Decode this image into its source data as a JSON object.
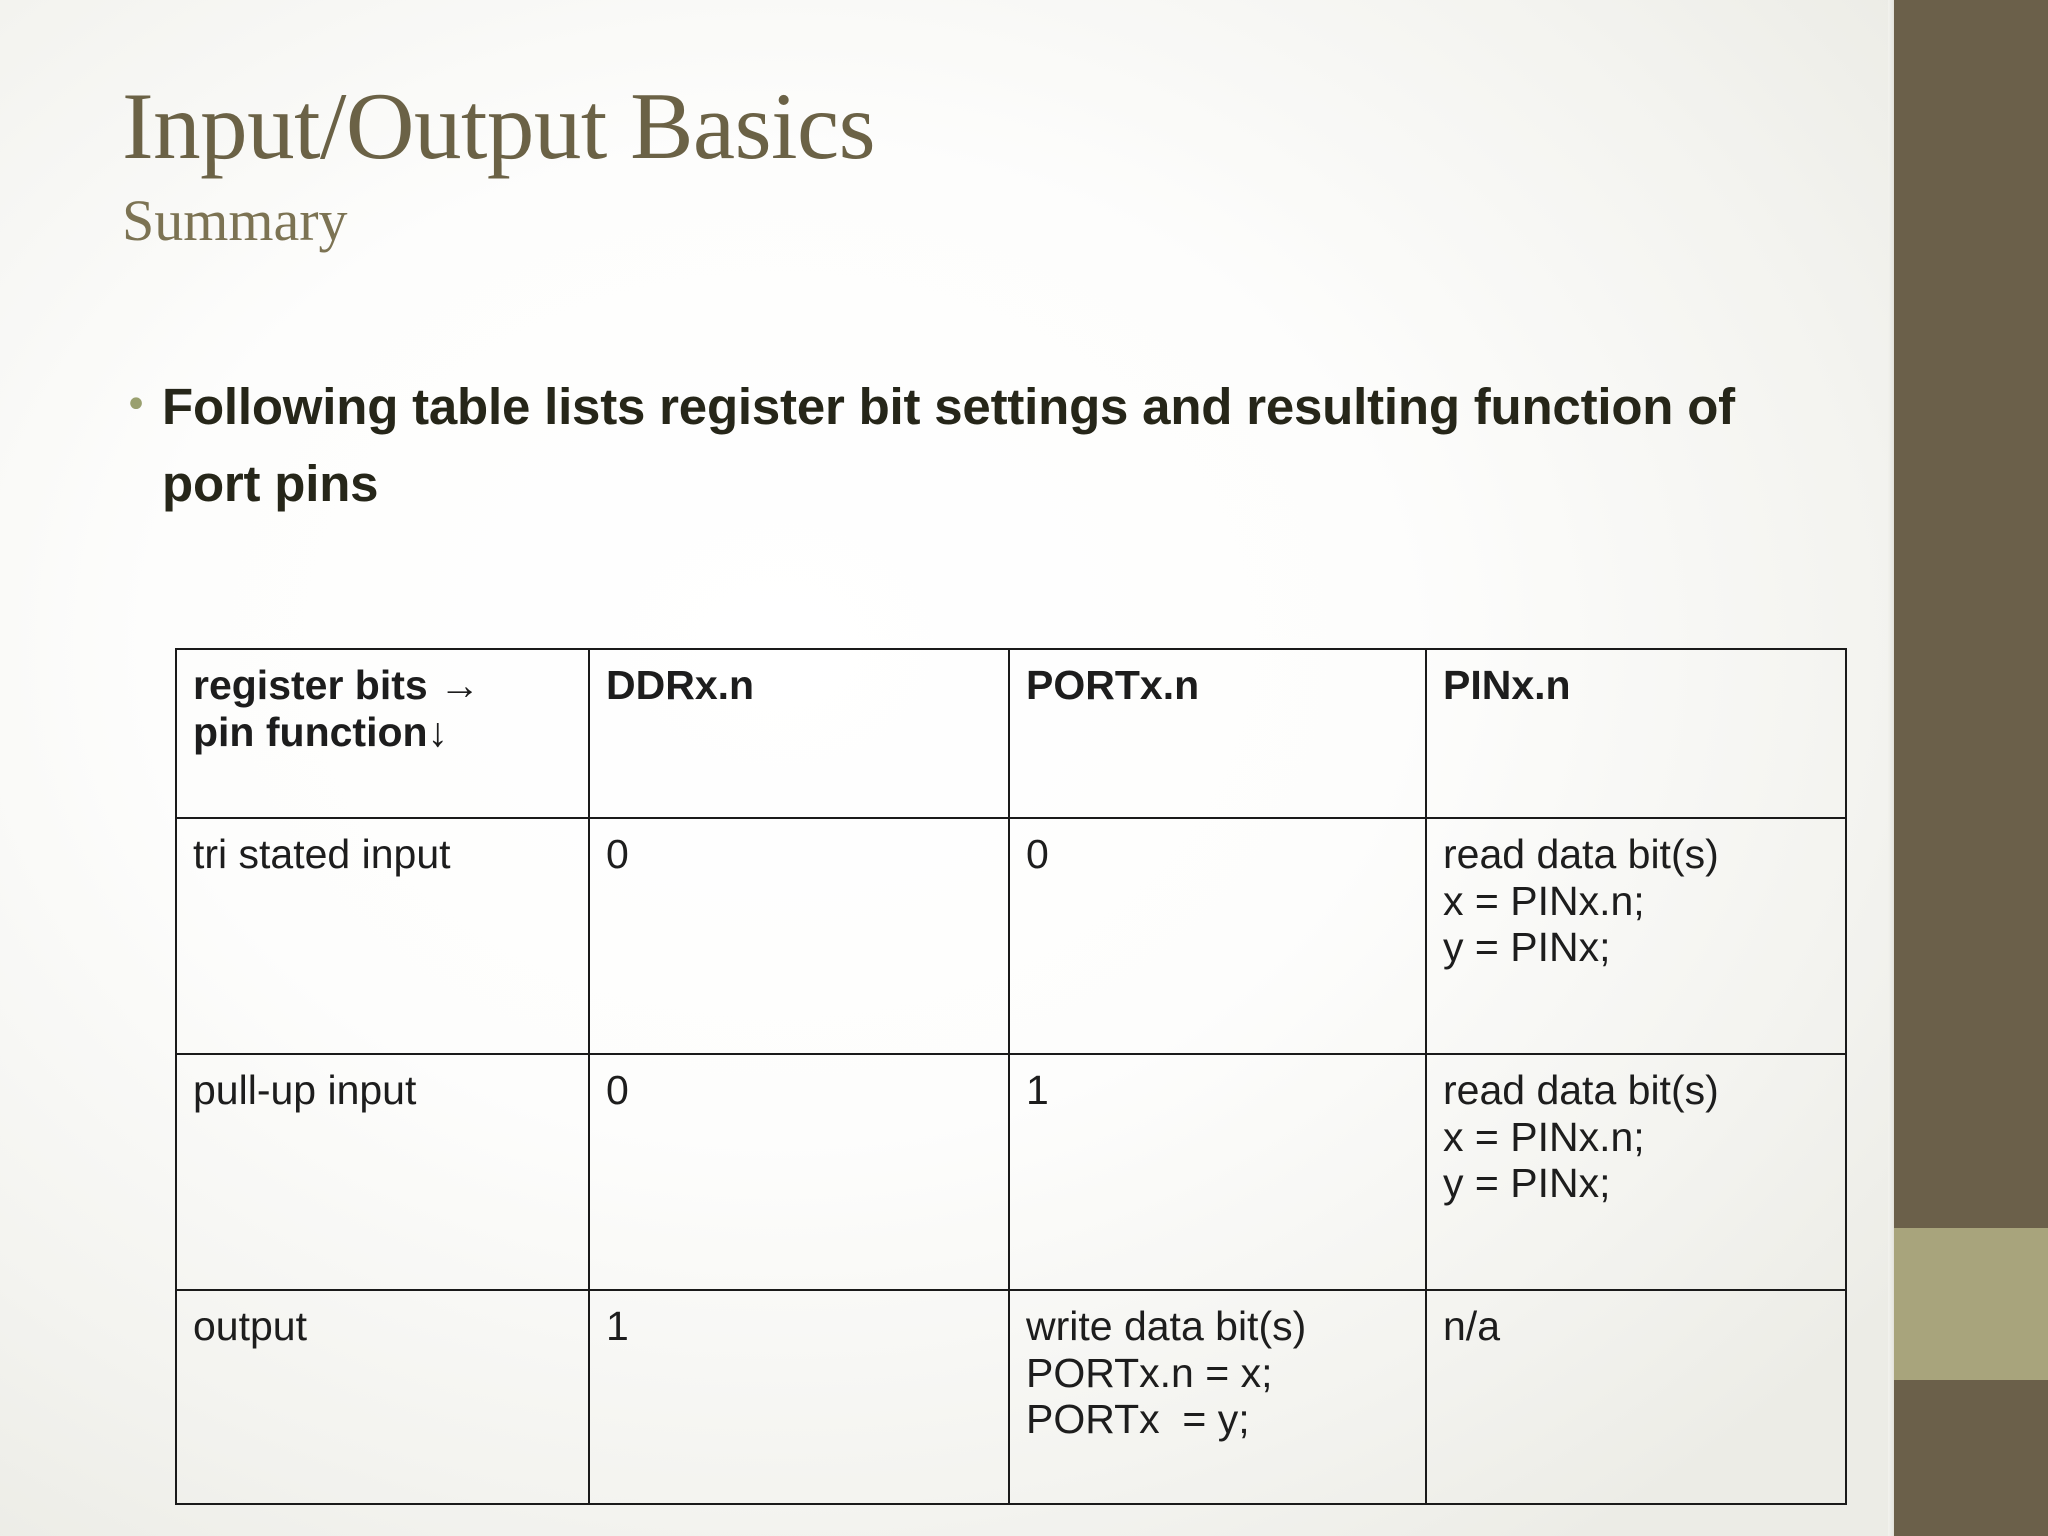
{
  "slide": {
    "title": "Input/Output Basics",
    "subtitle": "Summary",
    "bullets": [
      {
        "marker": "•",
        "text": "Following table lists register bit settings and resulting function of port pins"
      }
    ],
    "accent_colors": {
      "title": "#6B6246",
      "subtitle": "#7C7353",
      "bullet_marker": "#9AA06F",
      "body_text": "#262619",
      "sidebar_dark": "#6B604A",
      "sidebar_light": "#A8A47C",
      "table_border": "#1a1a1a"
    }
  },
  "table": {
    "headers": [
      "register bits →\npin function↓",
      "DDRx.n",
      "PORTx.n",
      "PINx.n"
    ],
    "header_lines": [
      [
        "register bits →",
        "pin function↓"
      ],
      [
        "DDRx.n"
      ],
      [
        "PORTx.n"
      ],
      [
        "PINx.n"
      ]
    ],
    "rows": [
      {
        "function": "tri stated input",
        "ddrx": "0",
        "portx": "0",
        "pinx": "read data bit(s)\nx = PINx.n;\ny = PINx;",
        "function_lines": [
          "tri stated input"
        ],
        "ddrx_lines": [
          "0"
        ],
        "portx_lines": [
          "0"
        ],
        "pinx_lines": [
          "read data bit(s)",
          "x = PINx.n;",
          "y = PINx;"
        ]
      },
      {
        "function": "pull-up input",
        "ddrx": "0",
        "portx": "1",
        "pinx": "read data bit(s)\nx = PINx.n;\ny = PINx;",
        "function_lines": [
          "pull-up input"
        ],
        "ddrx_lines": [
          "0"
        ],
        "portx_lines": [
          "1"
        ],
        "pinx_lines": [
          "read data bit(s)",
          "x = PINx.n;",
          "y = PINx;"
        ]
      },
      {
        "function": "output",
        "ddrx": "1",
        "portx": "write data bit(s)\nPORTx.n = x;\nPORTx  = y;",
        "pinx": "n/a",
        "function_lines": [
          "output"
        ],
        "ddrx_lines": [
          "1"
        ],
        "portx_lines": [
          "write data bit(s)",
          "PORTx.n = x;",
          "PORTx  = y;"
        ],
        "pinx_lines": [
          "n/a"
        ]
      }
    ]
  }
}
